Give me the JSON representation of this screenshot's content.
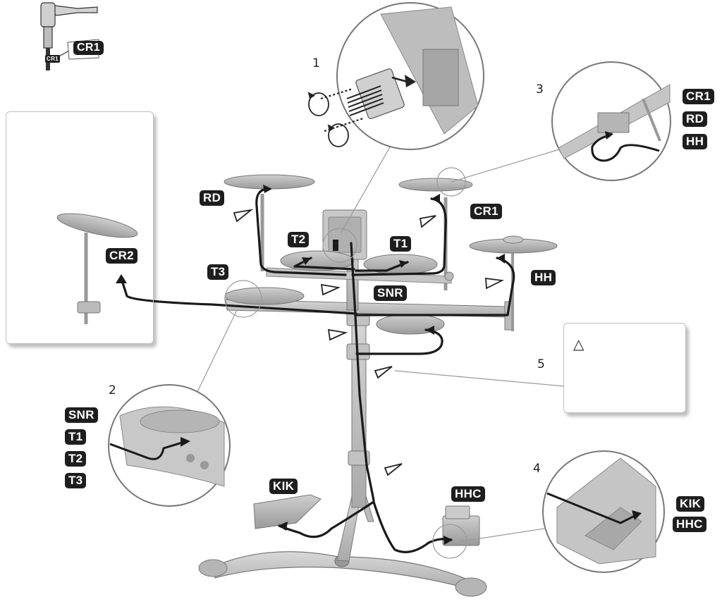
{
  "steps": {
    "s1": "1",
    "s2": "2",
    "s3": "3",
    "s4": "4",
    "s5": "5"
  },
  "labels": {
    "cr1": "CR1",
    "cr2": "CR2",
    "rd": "RD",
    "hh": "HH",
    "t1": "T1",
    "t2": "T2",
    "t3": "T3",
    "snr": "SNR",
    "kik": "KIK",
    "hhc": "HHC",
    "plug_tag": "CR1",
    "plug_small": "CR1"
  },
  "cable_group_step3": [
    "CR1",
    "RD",
    "HH"
  ],
  "cable_group_step2": [
    "SNR",
    "T1",
    "T2",
    "T3"
  ],
  "cable_group_step4": [
    "KIK",
    "HHC"
  ],
  "note_box": {
    "symbol": "△"
  },
  "colors": {
    "line": "#1a1a1a",
    "metal": "#bdbdbd",
    "tag_bg": "#1e1e1e",
    "callout_border": "#bfbfbf"
  }
}
